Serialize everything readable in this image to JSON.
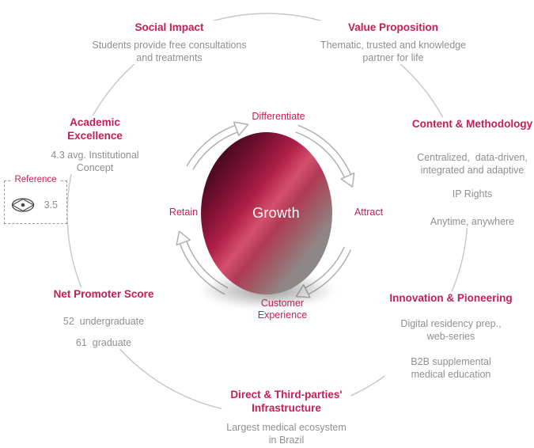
{
  "colors": {
    "accent": "#c41f54",
    "muted": "#8f8f8f",
    "line": "#c6c6c6",
    "arrow": "#b0b0b0"
  },
  "center": {
    "label": "Growth"
  },
  "cycle": {
    "differentiate": "Differentiate",
    "attract": "Attract",
    "customer_line1": "Customer",
    "customer_line2": "Experience",
    "retain": "Retain"
  },
  "nodes": {
    "social_impact": {
      "title": "Social Impact",
      "lines": [
        "Students provide free consultations",
        "and treatments"
      ]
    },
    "value_proposition": {
      "title": "Value Proposition",
      "lines": [
        "Thematic, trusted and knowledge",
        "partner for life"
      ]
    },
    "content_methodology": {
      "title": "Content & Methodology",
      "groups": [
        [
          "Centralized,  data-driven,",
          "integrated and adaptive"
        ],
        [
          "IP Rights"
        ],
        [
          "Anytime, anywhere"
        ]
      ]
    },
    "academic_excellence": {
      "title_lines": [
        "Academic",
        "Excellence"
      ],
      "lines": [
        "4.3 avg. Institutional",
        "Concept"
      ]
    },
    "net_promoter_score": {
      "title": "Net Promoter Score",
      "lines": [
        "52  undergraduate",
        "61  graduate"
      ]
    },
    "innovation_pioneering": {
      "title": "Innovation & Pioneering",
      "groups": [
        [
          "Digital residency prep.,",
          "web-series"
        ],
        [
          "B2B supplemental",
          "medical education"
        ]
      ]
    },
    "infrastructure": {
      "title_lines": [
        "Direct & Third-parties'",
        "Infrastructure"
      ],
      "lines": [
        "Largest medical ecosystem",
        "in Brazil"
      ]
    }
  },
  "reference": {
    "label": "Reference",
    "value": "3.5"
  }
}
